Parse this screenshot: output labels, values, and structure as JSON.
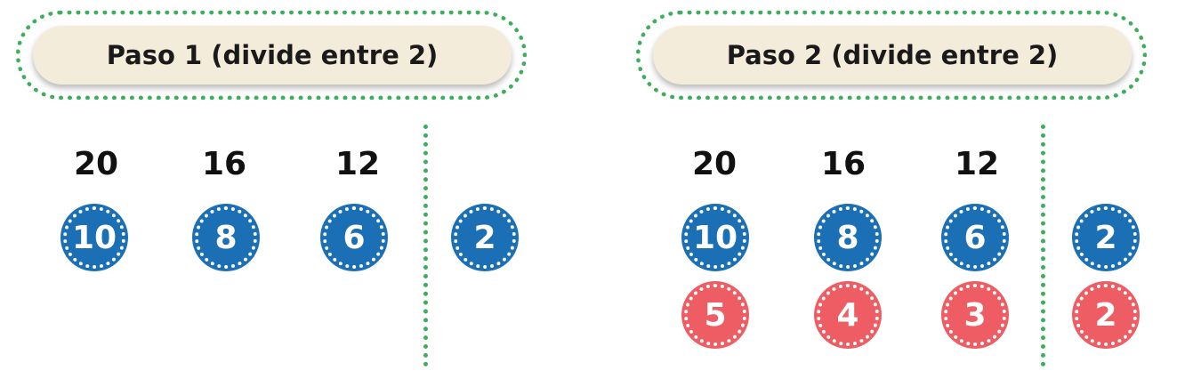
{
  "colors": {
    "accent_green": "#3fae5c",
    "pill_bg": "#f4ecda",
    "badge_blue": "#1b6fb5",
    "badge_red": "#ee5d63"
  },
  "steps": [
    {
      "title": "Paso 1 (divide entre 2)",
      "numbers": [
        "20",
        "16",
        "12"
      ],
      "quotients": [
        "10",
        "8",
        "6"
      ],
      "divisor": "2"
    },
    {
      "title": "Paso 2 (divide entre 2)",
      "numbers": [
        "20",
        "16",
        "12"
      ],
      "quotients": [
        "10",
        "8",
        "6"
      ],
      "quotients_2": [
        "5",
        "4",
        "3"
      ],
      "divisors": [
        "2",
        "2"
      ]
    }
  ]
}
